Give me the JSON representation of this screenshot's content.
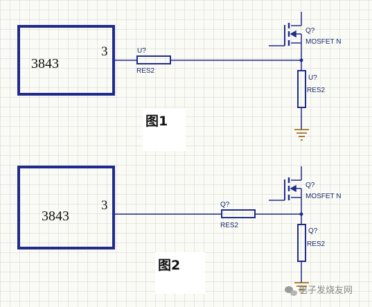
{
  "colors": {
    "background": "#fbfbf6",
    "grid": "#cfcfcf",
    "chip_border": "#1f2a8c",
    "wire": "#1f2a8c",
    "ground": "#8b5a00",
    "label": "#1a2a6c"
  },
  "figure1": {
    "chip_label": "3843",
    "pin_label": "3",
    "resistor_designator": "U?",
    "resistor_value": "RES2",
    "mosfet_designator": "Q?",
    "mosfet_value": "MOSFET N",
    "pulldown_designator": "U?",
    "pulldown_value": "RES2",
    "caption": "图1"
  },
  "figure2": {
    "chip_label": "3843",
    "pin_label": "3",
    "resistor_designator": "Q?",
    "resistor_value": "RES2",
    "mosfet_designator": "Q?",
    "mosfet_value": "MOSFET N",
    "pulldown_designator": "Q?",
    "pulldown_value": "RES2",
    "caption": "图2"
  },
  "watermark": {
    "icon": "wechat-icon",
    "text": "电子发烧友网"
  }
}
